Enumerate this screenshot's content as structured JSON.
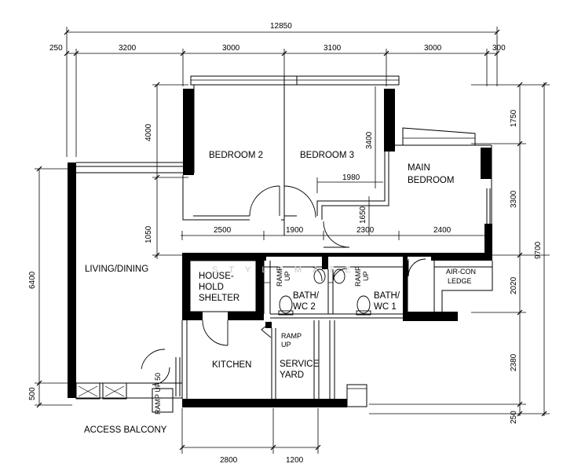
{
  "dimensions": {
    "overall_width": "12850",
    "top": [
      "250",
      "3200",
      "3000",
      "3100",
      "3000",
      "300"
    ],
    "inner_row": [
      "2500",
      "1900",
      "2300",
      "2400"
    ],
    "bottom": [
      "2800",
      "1200"
    ],
    "right": [
      "1750",
      "3300",
      "2020",
      "2380",
      "250"
    ],
    "right_total": "9700",
    "left": [
      "4000",
      "1050",
      "6400",
      "500"
    ],
    "internal": [
      "3400",
      "1980",
      "1650"
    ]
  },
  "rooms": {
    "bedroom2": "BEDROOM 2",
    "bedroom3": "BEDROOM 3",
    "main_bedroom_1": "MAIN",
    "main_bedroom_2": "BEDROOM",
    "living_dining": "LIVING/DINING",
    "household_shelter_1": "HOUSE-",
    "household_shelter_2": "HOLD",
    "household_shelter_3": "SHELTER",
    "bath_wc2_1": "BATH/",
    "bath_wc2_2": "WC 2",
    "bath_wc1_1": "BATH/",
    "bath_wc1_2": "WC 1",
    "aircon_1": "AIR-CON",
    "aircon_2": "LEDGE",
    "kitchen": "KITCHEN",
    "service_1": "SERVICE",
    "service_2": "YARD",
    "access_balcony": "ACCESS BALCONY"
  },
  "ramps": {
    "ramp": "RAMP",
    "up": "UP",
    "ramp_up_50": "RAMP UP 50"
  }
}
